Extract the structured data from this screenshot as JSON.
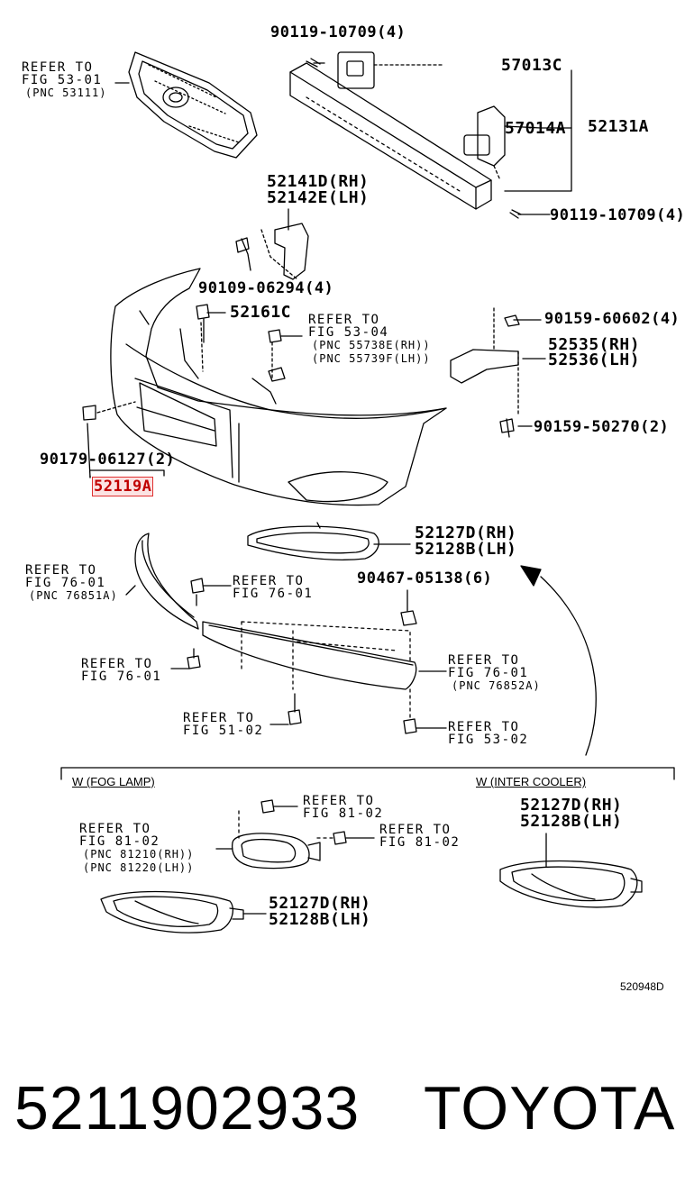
{
  "top": {
    "grille_ref": [
      "REFER TO",
      "FIG 53-01",
      "(PNC 53111)"
    ],
    "bolt_top": "90119-10709(4)",
    "part_57013C": "57013C",
    "part_57014A": "57014A",
    "part_52131A": "52131A",
    "bolt_right": "90119-10709(4)",
    "bracket_rh": "52141D(RH)",
    "bracket_lh": "52142E(LH)",
    "screw_90109": "90109-06294(4)",
    "clip_52161C": "52161C",
    "ref_53_04": [
      "REFER TO",
      "FIG 53-04",
      "(PNC 55738E(RH))",
      "(PNC 55739F(LH))"
    ],
    "bolt_90159a": "90159-60602(4)",
    "support_rh": "52535(RH)",
    "support_lh": "52536(LH)",
    "bolt_90159b": "90159-50270(2)",
    "clip_90179": "90179-06127(2)",
    "bumper_cover": "52119A"
  },
  "middle": {
    "bezel_rh": "52127D(RH)",
    "bezel_lh": "52128B(LH)",
    "ref_76_01_a": [
      "REFER TO",
      "FIG 76-01",
      "(PNC 76851A)"
    ],
    "ref_76_01_b": [
      "REFER TO",
      "FIG 76-01"
    ],
    "screw_90467": "90467-05138(6)",
    "ref_76_01_c": [
      "REFER TO",
      "FIG 76-01"
    ],
    "ref_76_01_d": [
      "REFER TO",
      "FIG 76-01",
      "(PNC 76852A)"
    ],
    "ref_51_02": [
      "REFER TO",
      "FIG 51-02"
    ],
    "ref_53_02": [
      "REFER TO",
      "FIG 53-02"
    ]
  },
  "bottom": {
    "section_fog": "W (FOG LAMP)",
    "section_cooler": "W (INTER COOLER)",
    "ref_81_02_a": [
      "REFER TO",
      "FIG 81-02"
    ],
    "ref_81_02_b": [
      "REFER TO",
      "FIG 81-02"
    ],
    "ref_81_02_c": [
      "REFER TO",
      "FIG 81-02",
      "(PNC 81210(RH))",
      "(PNC 81220(LH))"
    ],
    "fog_bezel_rh": "52127D(RH)",
    "fog_bezel_lh": "52128B(LH)",
    "cooler_bezel_rh": "52127D(RH)",
    "cooler_bezel_lh": "52128B(LH)",
    "diagram_code": "520948D"
  },
  "footer": {
    "part_number": "5211902933",
    "brand": "TOYOTA"
  }
}
